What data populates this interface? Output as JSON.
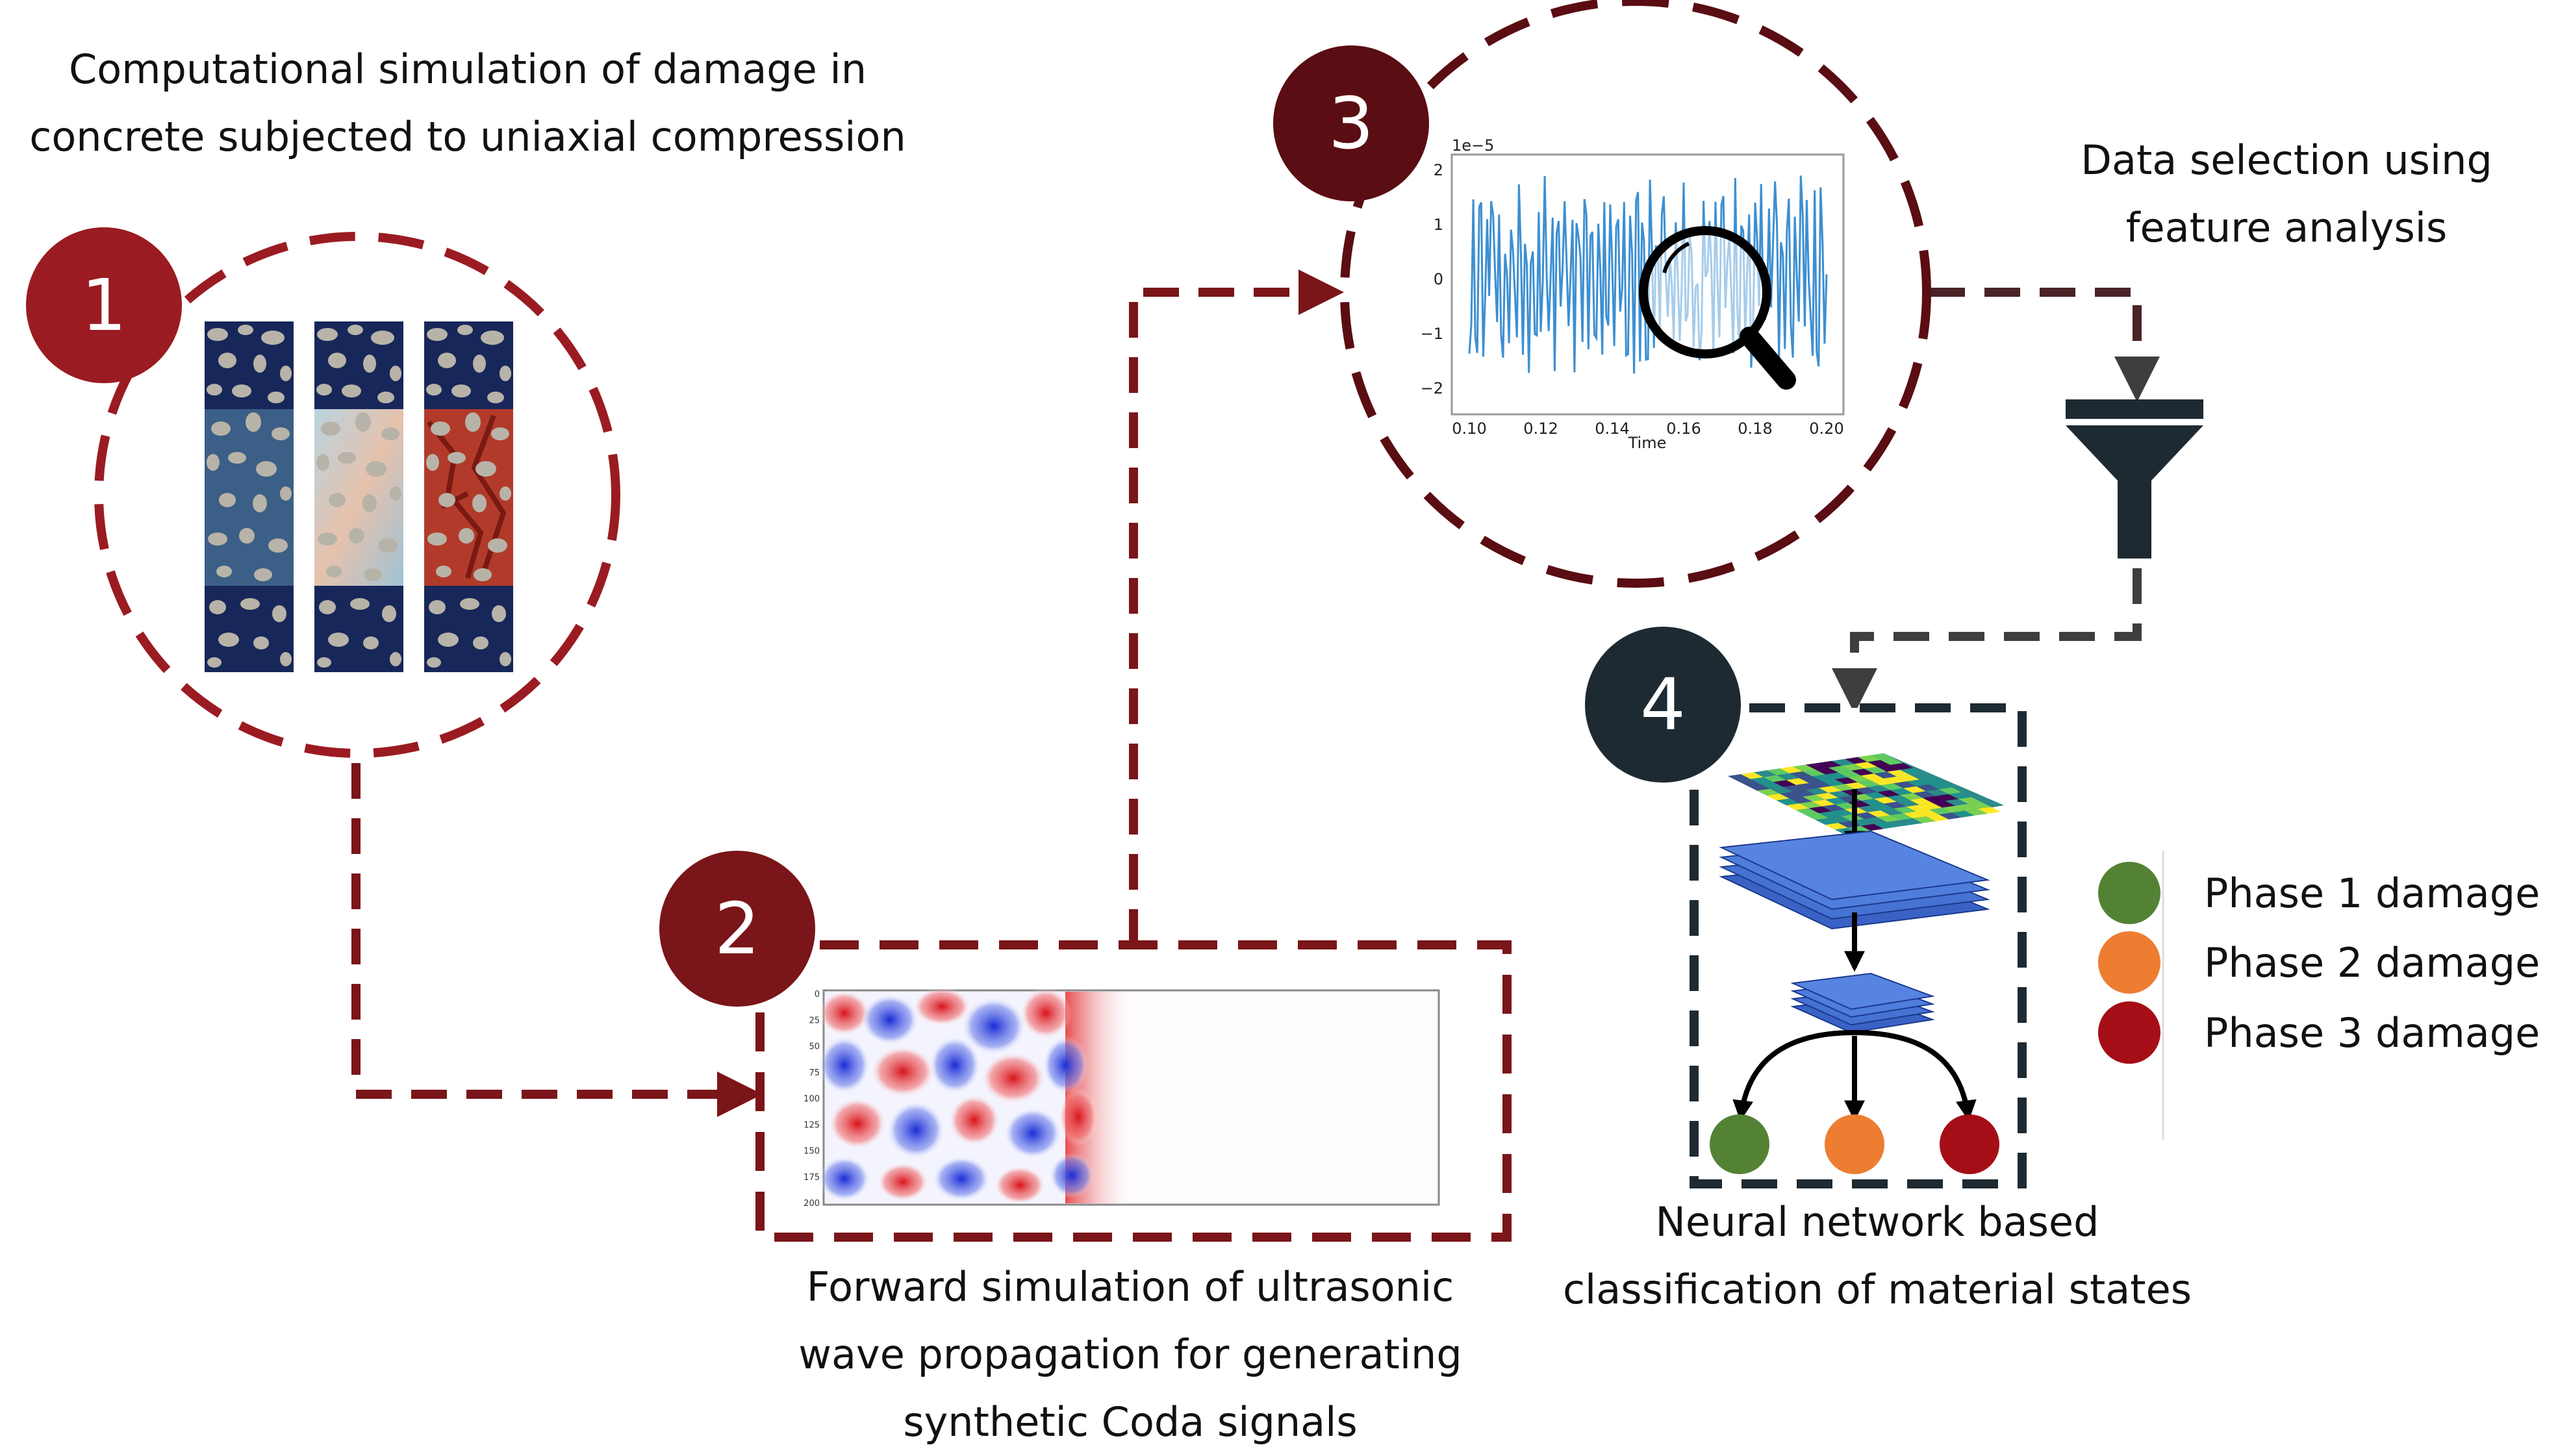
{
  "captions": {
    "step1": [
      "Computational simulation of damage in",
      "concrete subjected to uniaxial compression"
    ],
    "step2": [
      "Forward simulation of ultrasonic",
      "wave propagation for generating",
      "synthetic Coda signals"
    ],
    "step3": [
      "Data selection using",
      "feature analysis"
    ],
    "step4": [
      "Neural network based",
      "classification of material states"
    ]
  },
  "badges": [
    "1",
    "2",
    "3",
    "4"
  ],
  "legend": [
    {
      "label": "Phase 1 damage",
      "color": "#548235"
    },
    {
      "label": "Phase 2 damage",
      "color": "#ed7d31"
    },
    {
      "label": "Phase 3 damage",
      "color": "#a50e16"
    }
  ],
  "signal_plot": {
    "exponent": "1e−5",
    "y_ticks": [
      "2",
      "1",
      "0",
      "−1",
      "−2"
    ],
    "x_ticks": [
      "0.10",
      "0.12",
      "0.14",
      "0.16",
      "0.18",
      "0.20"
    ],
    "xlabel": "Time"
  },
  "wavefield_plot": {
    "y_ticks": [
      "0",
      "25",
      "50",
      "75",
      "100",
      "125",
      "150",
      "175",
      "200"
    ]
  },
  "colors": {
    "step1": "#9b1b22",
    "step2": "#7a1519",
    "step3": "#5a0d12",
    "step4": "#1e2a32",
    "connector_dark": "#3e3e3e"
  }
}
